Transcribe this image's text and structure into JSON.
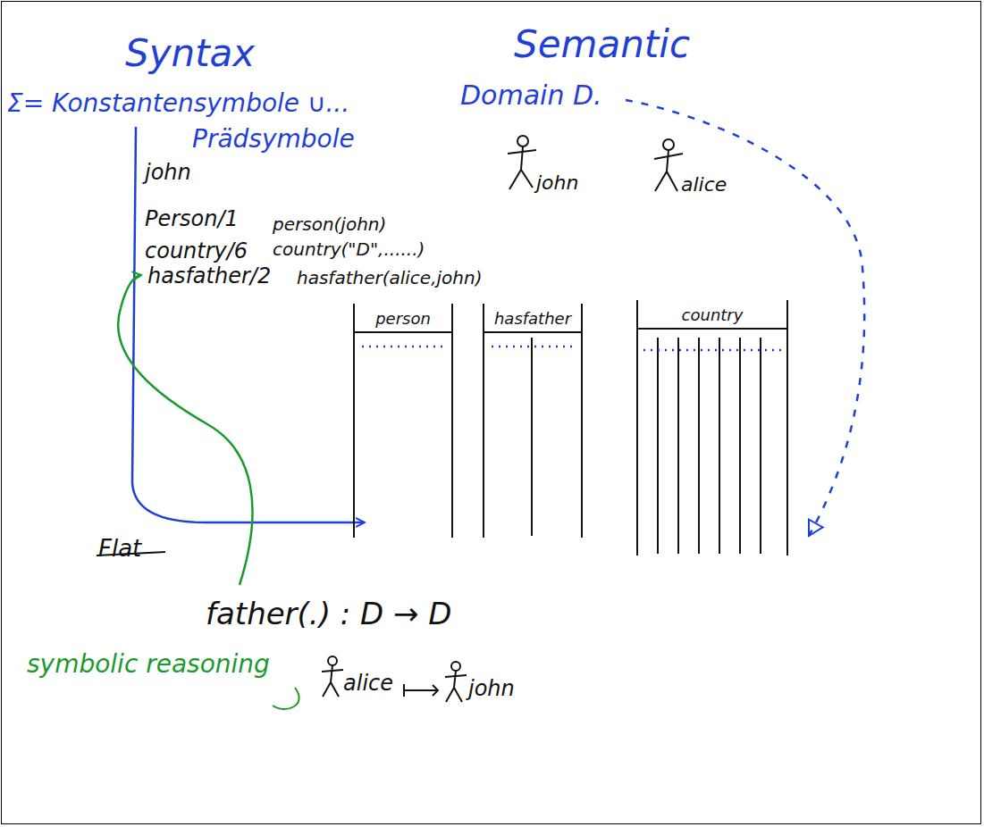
{
  "diagram": {
    "nodes": [
      {
        "text": [
          "person"
        ]
      },
      {
        "text": [
          "hasfather"
        ]
      },
      {
        "text": [
          "country"
        ]
      }
    ],
    "labels": [
      "Syntax",
      "Semantic",
      "Σ= Konstantensymbole ∪...",
      "Prädsymbole",
      "Domain D.",
      "john",
      "Person/1",
      "country/6",
      "hasfather/2",
      "person(john)",
      "country(\"D\",......)",
      "hasfather(alice,john)",
      "john",
      "alice",
      "Flat",
      "father(.) : D → D",
      "symbolic reasoning",
      "alice",
      "john"
    ]
  }
}
